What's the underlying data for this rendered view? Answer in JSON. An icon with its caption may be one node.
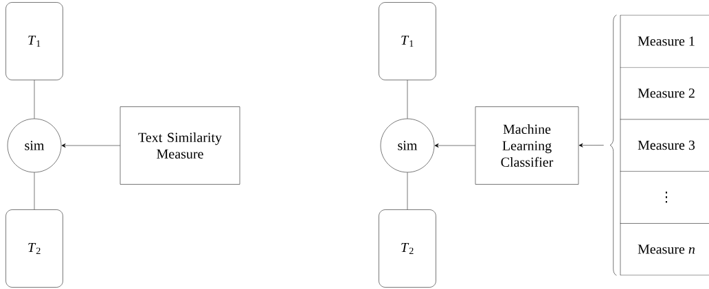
{
  "diagram": {
    "nodes": [
      {
        "text": [
          "*T*$_{1}$"
        ]
      },
      {
        "text": [
          "sim"
        ]
      },
      {
        "text": [
          "*T*$_{2}$"
        ]
      },
      {
        "text": [
          "Text Similarity Measure"
        ]
      },
      {
        "text": [
          "*T*$_{1}$"
        ]
      },
      {
        "text": [
          "sim"
        ]
      },
      {
        "text": [
          "*T*$_{2}$"
        ]
      },
      {
        "text": [
          "Machine Learning Classifier"
        ]
      },
      {
        "text": [],
        "shape": "box"
      },
      {
        "text": [
          "Measure 1"
        ],
        "in": 8
      },
      {
        "text": [
          "Measure 2"
        ],
        "in": 8
      },
      {
        "text": [
          "Measure 3"
        ],
        "in": 8
      },
      {
        "text": [
          "⋮"
        ],
        "in": 8
      },
      {
        "text": [
          "Measure *n*"
        ],
        "in": 8
      }
    ],
    "edges": [
      {
        "from": 0,
        "to": 1,
        "arrow": "none"
      },
      {
        "from": 1,
        "to": 2,
        "arrow": "none"
      },
      {
        "from": 3,
        "to": 1,
        "arrow": "to"
      },
      {
        "from": 4,
        "to": 5,
        "arrow": "none"
      },
      {
        "from": 5,
        "to": 6,
        "arrow": "none"
      },
      {
        "from": 7,
        "to": 5,
        "arrow": "to"
      },
      {
        "from": 8,
        "to": 7,
        "arrow": "to"
      }
    ]
  }
}
